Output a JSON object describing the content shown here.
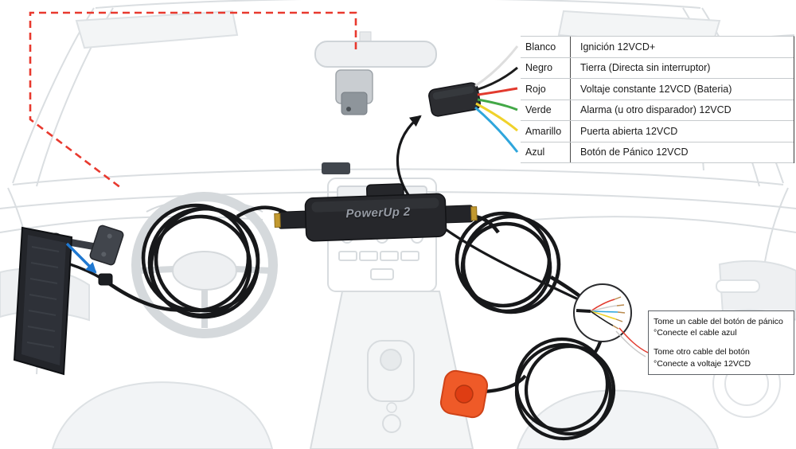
{
  "powerup": {
    "label": "PowerUp 2"
  },
  "legend": {
    "rows": [
      {
        "name": "Blanco",
        "desc": "Ignición 12VCD+",
        "hex": "#dedede"
      },
      {
        "name": "Negro",
        "desc": "Tierra (Directa sin interruptor)",
        "hex": "#1c1c1c"
      },
      {
        "name": "Rojo",
        "desc": "Voltaje constante 12VCD (Bateria)",
        "hex": "#e23a2e"
      },
      {
        "name": "Verde",
        "desc": "Alarma (u otro disparador) 12VCD",
        "hex": "#43a847"
      },
      {
        "name": "Amarillo",
        "desc": "Puerta abierta 12VCD",
        "hex": "#f0d22b"
      },
      {
        "name": "Azul",
        "desc": "Botón de Pánico 12VCD",
        "hex": "#2fa6dc"
      }
    ]
  },
  "note": {
    "line1": "Tome un cable del botón de pánico",
    "line2": "°Conecte el cable azul",
    "line3": "Tome otro cable del botón",
    "line4": "°Conecte a voltaje 12VCD"
  },
  "palette": {
    "route_dashed": "#e8392e",
    "cable_black": "#17181a",
    "panic_button": "#ef5a28",
    "arrow_blue": "#1f78d1"
  }
}
